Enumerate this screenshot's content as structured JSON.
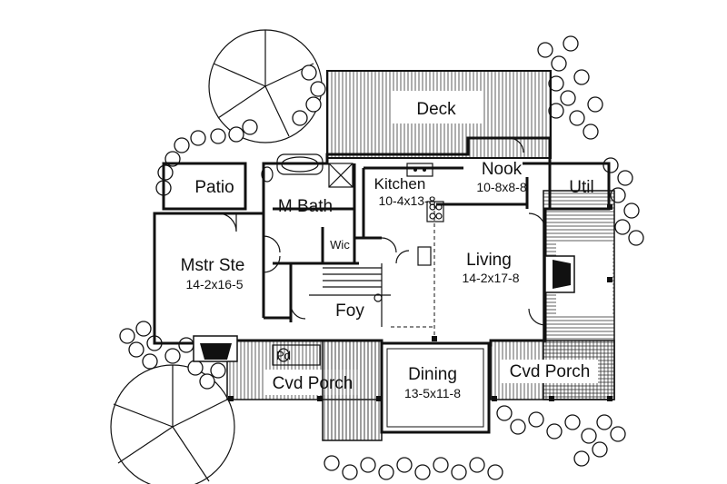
{
  "rooms": {
    "deck": {
      "name": "Deck"
    },
    "nook": {
      "name": "Nook",
      "dims": "10-8x8-8"
    },
    "util": {
      "name": "Util"
    },
    "kitchen": {
      "name": "Kitchen",
      "dims": "10-4x13-8"
    },
    "patio": {
      "name": "Patio"
    },
    "master_bath": {
      "name": "M Bath"
    },
    "wic": {
      "name": "Wic"
    },
    "master_suite": {
      "name": "Mstr Ste",
      "dims": "14-2x16-5"
    },
    "living": {
      "name": "Living",
      "dims": "14-2x17-8"
    },
    "foyer": {
      "name": "Foy"
    },
    "powder": {
      "name": "Pd"
    },
    "covered_porch_left": {
      "name": "Cvd Porch"
    },
    "dining": {
      "name": "Dining",
      "dims": "13-5x11-8"
    },
    "covered_porch_right": {
      "name": "Cvd Porch"
    }
  }
}
